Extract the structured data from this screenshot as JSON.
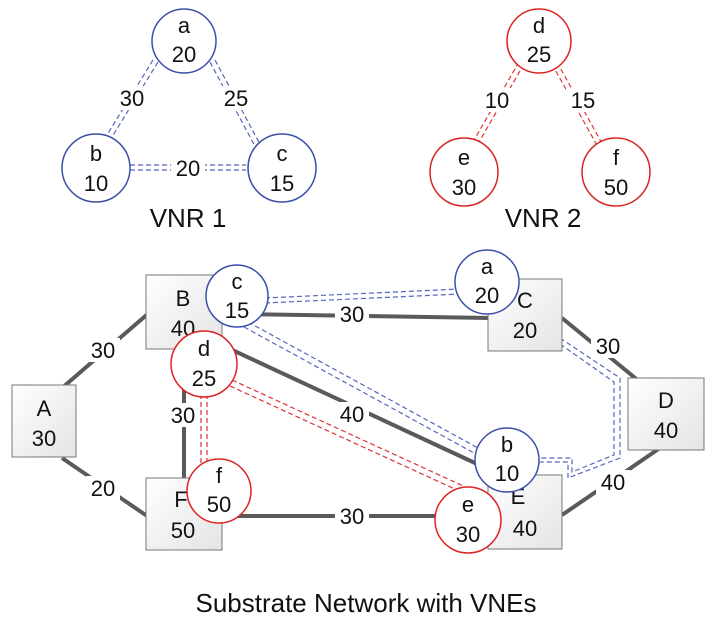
{
  "vnr1": {
    "caption": "VNR 1",
    "nodes": [
      {
        "name": "a",
        "value": "20"
      },
      {
        "name": "b",
        "value": "10"
      },
      {
        "name": "c",
        "value": "15"
      }
    ],
    "edges": [
      {
        "from": "a",
        "to": "b",
        "weight": "30"
      },
      {
        "from": "a",
        "to": "c",
        "weight": "25"
      },
      {
        "from": "b",
        "to": "c",
        "weight": "20"
      }
    ]
  },
  "vnr2": {
    "caption": "VNR 2",
    "nodes": [
      {
        "name": "d",
        "value": "25"
      },
      {
        "name": "e",
        "value": "30"
      },
      {
        "name": "f",
        "value": "50"
      }
    ],
    "edges": [
      {
        "from": "d",
        "to": "e",
        "weight": "10"
      },
      {
        "from": "d",
        "to": "f",
        "weight": "15"
      }
    ]
  },
  "substrate": {
    "caption": "Substrate Network with VNEs",
    "nodes": [
      {
        "name": "A",
        "value": "30"
      },
      {
        "name": "B",
        "value": "40"
      },
      {
        "name": "C",
        "value": "20"
      },
      {
        "name": "D",
        "value": "40"
      },
      {
        "name": "E",
        "value": "40"
      },
      {
        "name": "F",
        "value": "50"
      }
    ],
    "links": [
      {
        "from": "A",
        "to": "B",
        "weight": "30"
      },
      {
        "from": "A",
        "to": "F",
        "weight": "20"
      },
      {
        "from": "B",
        "to": "C",
        "weight": "30"
      },
      {
        "from": "B",
        "to": "F",
        "weight": "30"
      },
      {
        "from": "B",
        "to": "E",
        "weight": "40"
      },
      {
        "from": "F",
        "to": "E",
        "weight": "30"
      },
      {
        "from": "C",
        "to": "D",
        "weight": "30"
      },
      {
        "from": "D",
        "to": "E",
        "weight": "40"
      }
    ],
    "embedded": [
      {
        "name": "c",
        "value": "15",
        "host": "B"
      },
      {
        "name": "a",
        "value": "20",
        "host": "C"
      },
      {
        "name": "d",
        "value": "25",
        "host": "B"
      },
      {
        "name": "b",
        "value": "10",
        "host": "E"
      },
      {
        "name": "f",
        "value": "50",
        "host": "F"
      },
      {
        "name": "e",
        "value": "30",
        "host": "E"
      }
    ]
  },
  "colors": {
    "vnr1": "#3a4fa8",
    "vnr2": "#dd2222",
    "substrate_link": "#5a5a5a",
    "box_fill": "#f2f2f2"
  }
}
